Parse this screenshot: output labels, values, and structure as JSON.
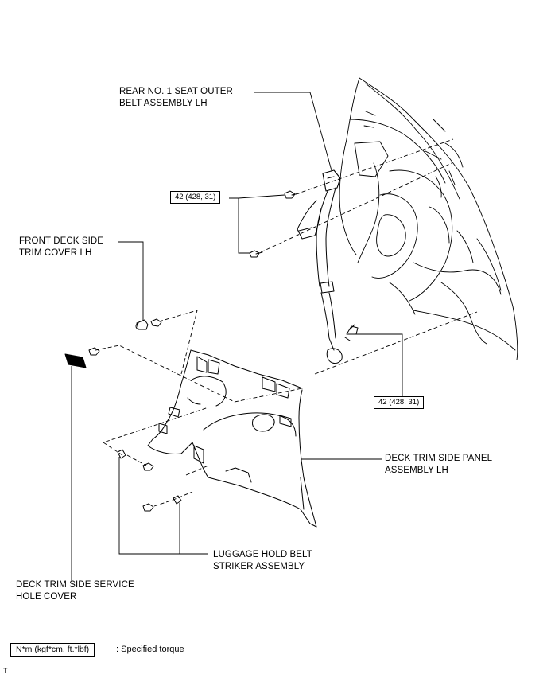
{
  "labels": {
    "seatbelt_line1": "REAR NO. 1 SEAT OUTER",
    "seatbelt_line2": "BELT ASSEMBLY LH",
    "front_deck_line1": "FRONT DECK SIDE",
    "front_deck_line2": "TRIM COVER LH",
    "deck_panel_line1": "DECK TRIM SIDE PANEL",
    "deck_panel_line2": "ASSEMBLY LH",
    "luggage_line1": "LUGGAGE HOLD BELT",
    "luggage_line2": "STRIKER ASSEMBLY",
    "service_cover_line1": "DECK TRIM SIDE SERVICE",
    "service_cover_line2": "HOLE COVER"
  },
  "torque": {
    "upper": "42 (428, 31)",
    "lower": "42 (428, 31)"
  },
  "legend": {
    "box_text": "N*m (kgf*cm, ft.*lbf)",
    "description": ": Specified torque"
  },
  "figure_code": "T"
}
